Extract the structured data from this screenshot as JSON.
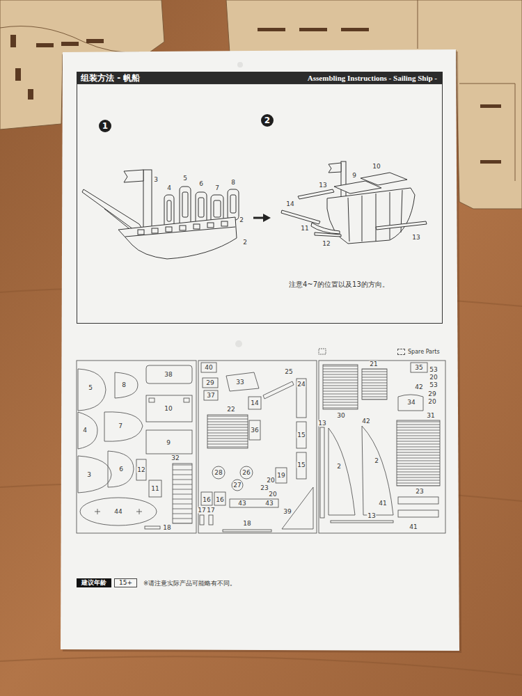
{
  "diagram": {
    "nodes": [
      {
        "text": [
          "组装方法 - 帆船",
          "Assembling Instructions - Sailing Ship -"
        ]
      },
      {
        "text": [
          "注意4~7的位置以及13的方向。"
        ]
      },
      {
        "text": [
          "1"
        ],
        "in": 1
      },
      {
        "text": [
          "2"
        ],
        "in": 1
      },
      {
        "text": [
          "建议年龄"
        ]
      },
      {
        "text": [
          "15+"
        ]
      }
    ],
    "labels": [
      "3",
      "4",
      "5",
      "6",
      "7",
      "8",
      "2",
      "2",
      "10",
      "9",
      "13",
      "14",
      "11",
      "12",
      "13",
      "5",
      "8",
      "38",
      "10",
      "7",
      "4",
      "9",
      "32",
      "3",
      "6",
      "12",
      "11",
      "44",
      "18",
      "40",
      "29",
      "33",
      "25",
      "24",
      "37",
      "22",
      "14",
      "15",
      "36",
      "15",
      "28",
      "26",
      "27",
      "19",
      "20",
      "23",
      "20",
      "16",
      "16",
      "17",
      "17",
      "43",
      "43",
      "39",
      "18",
      "21",
      "30",
      "35",
      "53",
      "20",
      "53",
      "42",
      "29",
      "34",
      "20",
      "31",
      "13",
      "42",
      "2",
      "2",
      "23",
      "41",
      "13",
      "41",
      "※请注意实际产品可能略有不同。"
    ],
    "legend": [
      {
        "text": "Spare Parts"
      }
    ]
  }
}
